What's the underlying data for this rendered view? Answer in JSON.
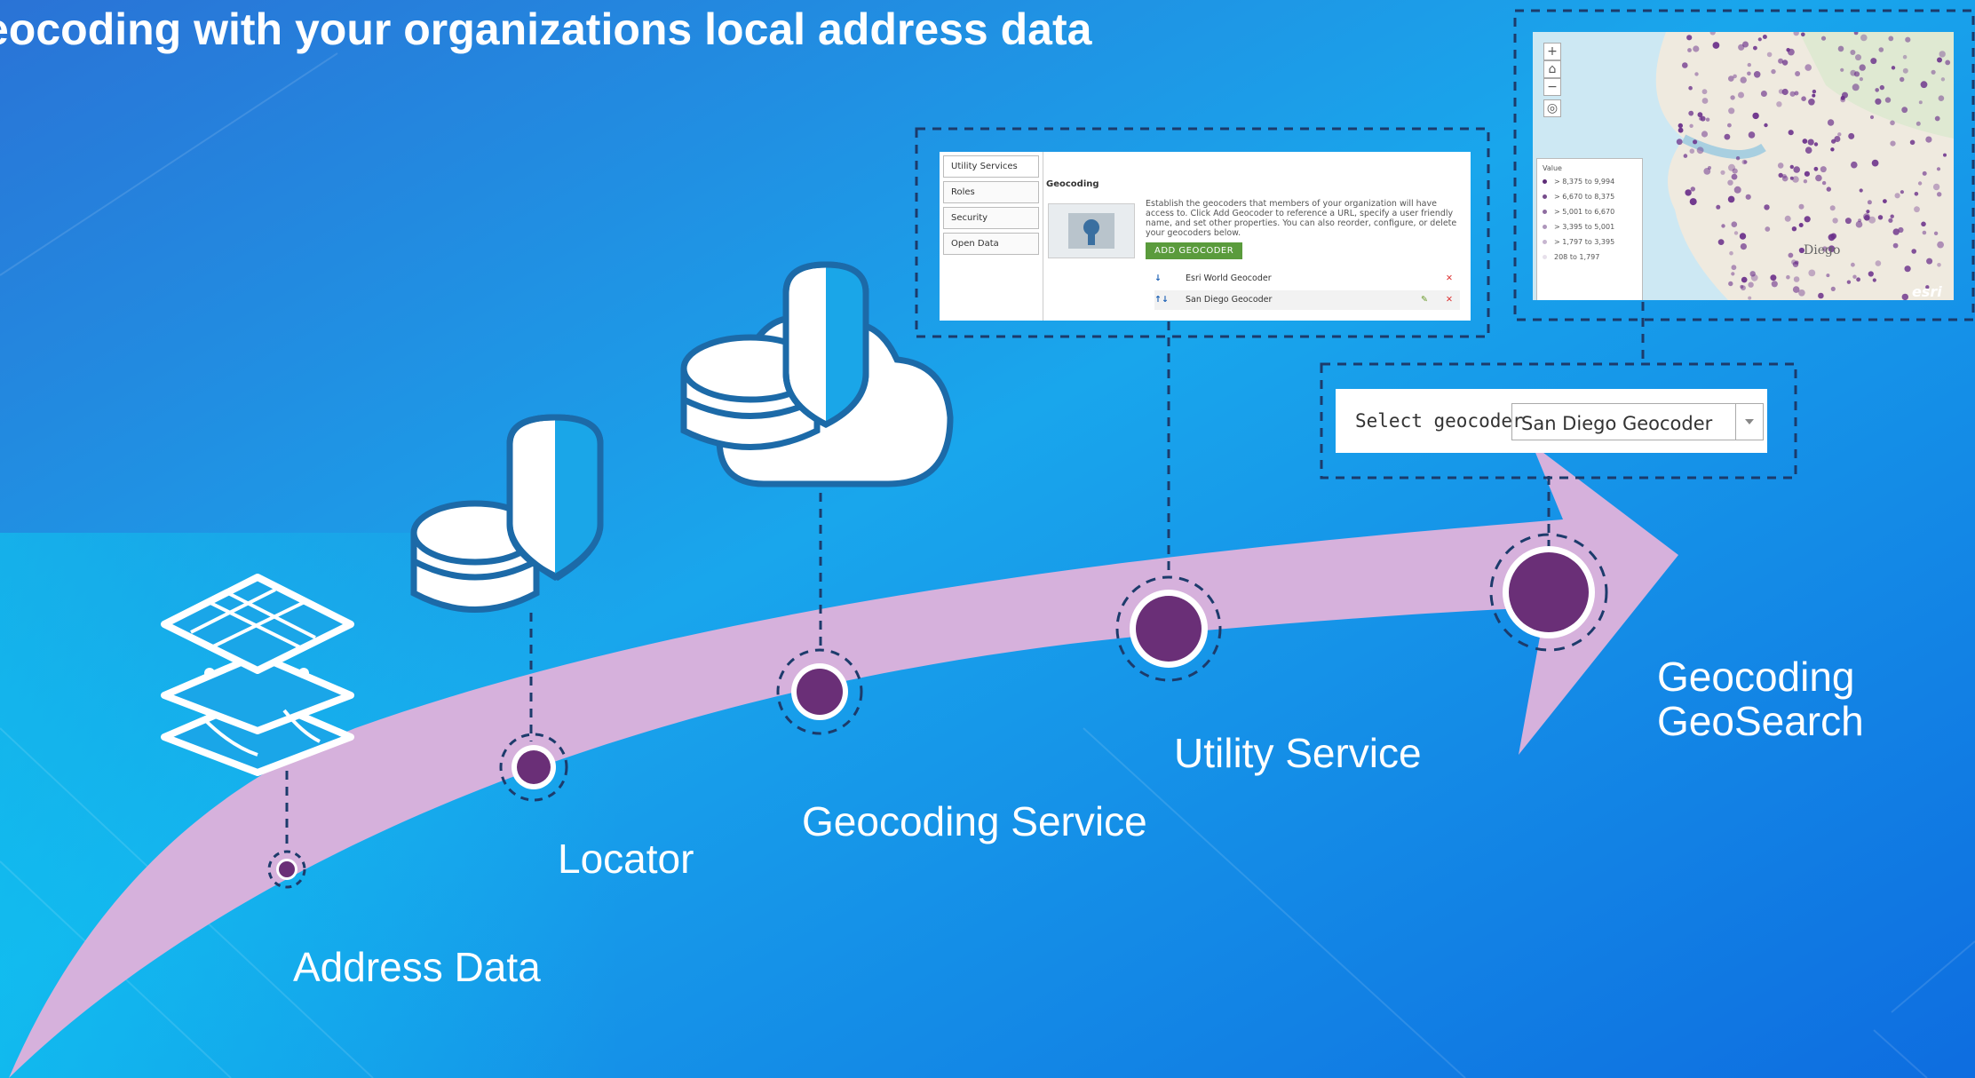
{
  "title": "eocoding with your organizations local address data",
  "stages": [
    {
      "label": "Address Data"
    },
    {
      "label": "Locator"
    },
    {
      "label": "Geocoding Service"
    },
    {
      "label": "Utility Service"
    },
    {
      "label_line1": "Geocoding",
      "label_line2": "GeoSearch"
    }
  ],
  "admin_panel": {
    "side_items": [
      "Utility Services",
      "Roles",
      "Security",
      "Open Data"
    ],
    "section_title": "Geocoding",
    "description": "Establish the geocoders that members of your organization will have access to. Click Add Geocoder to reference a URL, specify a user friendly name, and set other properties. You can also reorder, configure, or delete your geocoders below.",
    "add_button": "ADD GEOCODER",
    "geocoders": [
      "Esri World Geocoder",
      "San Diego Geocoder"
    ]
  },
  "map": {
    "legend_title": "Value",
    "legend_items": [
      "> 8,375 to 9,994",
      "> 6,670 to 8,375",
      "> 5,001 to 6,670",
      "> 3,395 to 5,001",
      "> 1,797 to 3,395",
      "208 to 1,797"
    ],
    "place_label": "Diego",
    "logo": "esri"
  },
  "select_geocoder": {
    "label": "Select geocoder",
    "value": "San Diego Geocoder"
  },
  "colors": {
    "arrow": "#d8b2dc",
    "node": "#6a2f77",
    "dash": "#1c3b6b",
    "background_start": "#1aa0ea",
    "background_end": "#0f6fe0"
  }
}
